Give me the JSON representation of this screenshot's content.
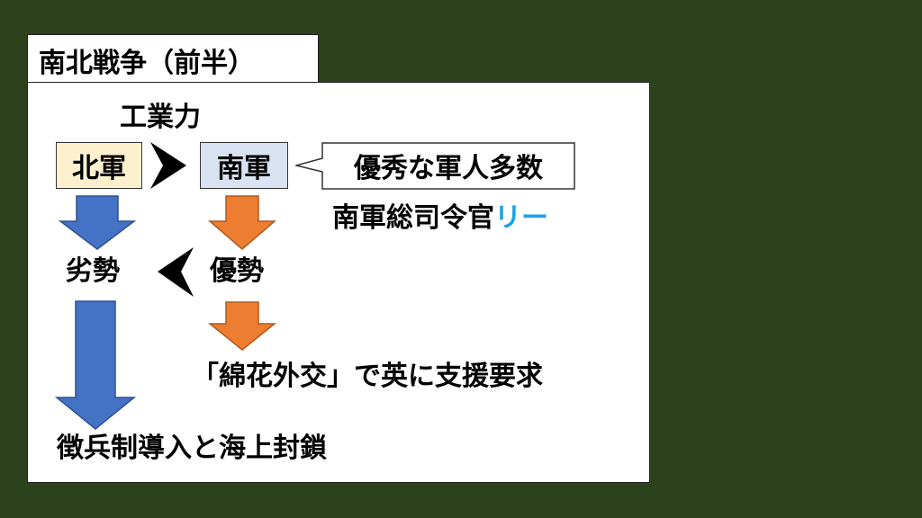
{
  "title": "南北戦争（前半）",
  "diagram": {
    "industrial_power_label": "工業力",
    "north_army": "北軍",
    "south_army": "南軍",
    "callout_text": "優秀な軍人多数",
    "commander_prefix": "南軍総司令官",
    "commander_name": "リー",
    "inferior": "劣勢",
    "superior": "優勢",
    "south_outcome": "「綿花外交」で英に支援要求",
    "north_outcome": "徴兵制導入と海上封鎖"
  },
  "colors": {
    "background": "#2b421c",
    "north_box": "#fdf0cf",
    "south_box": "#d9e2f2",
    "north_arrow": "#4472c4",
    "south_arrow": "#ed7d31",
    "accent_name": "#1aa3e8"
  }
}
